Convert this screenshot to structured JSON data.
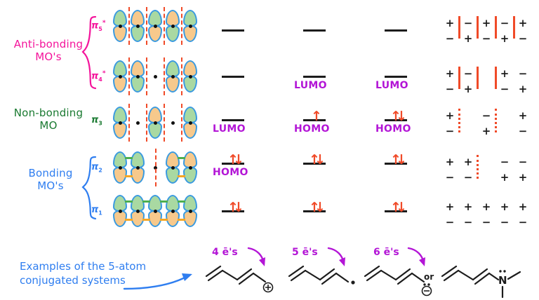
{
  "groups": {
    "antibonding": {
      "label": "Anti-bonding\nMO's",
      "color": "#f4149b"
    },
    "nonbonding": {
      "label": "Non-bonding\nMO",
      "color": "#1a7a31"
    },
    "bonding": {
      "label": "Bonding\nMO's",
      "color": "#2f7ef0"
    }
  },
  "orbital_rows": [
    {
      "name": "pi5star",
      "symbol": "π5*",
      "symbol_base": "π",
      "sub": "5",
      "sup": "*",
      "color": "#f4149b",
      "group": "antibonding"
    },
    {
      "name": "pi4star",
      "symbol": "π4*",
      "symbol_base": "π",
      "sub": "4",
      "sup": "*",
      "color": "#f4149b",
      "group": "antibonding"
    },
    {
      "name": "pi3",
      "symbol": "π3",
      "symbol_base": "π",
      "sub": "3",
      "sup": "",
      "color": "#1a7a31",
      "group": "nonbonding"
    },
    {
      "name": "pi2",
      "symbol": "π2",
      "symbol_base": "π",
      "sub": "2",
      "sup": "",
      "color": "#2f7ef0",
      "group": "bonding"
    },
    {
      "name": "pi1",
      "symbol": "π1",
      "symbol_base": "π",
      "sub": "1",
      "sup": "",
      "color": "#2f7ef0",
      "group": "bonding"
    }
  ],
  "columns": [
    {
      "name": "cation",
      "electron_count_label": "4 ē's",
      "levels": [
        {
          "mo": "pi5star",
          "electrons": 0,
          "tag": ""
        },
        {
          "mo": "pi4star",
          "electrons": 0,
          "tag": ""
        },
        {
          "mo": "pi3",
          "electrons": 0,
          "tag": "LUMO"
        },
        {
          "mo": "pi2",
          "electrons": 2,
          "tag": "HOMO"
        },
        {
          "mo": "pi1",
          "electrons": 2,
          "tag": ""
        }
      ]
    },
    {
      "name": "radical",
      "electron_count_label": "5 ē's",
      "levels": [
        {
          "mo": "pi5star",
          "electrons": 0,
          "tag": ""
        },
        {
          "mo": "pi4star",
          "electrons": 0,
          "tag": "LUMO"
        },
        {
          "mo": "pi3",
          "electrons": 1,
          "tag": "HOMO"
        },
        {
          "mo": "pi2",
          "electrons": 2,
          "tag": ""
        },
        {
          "mo": "pi1",
          "electrons": 2,
          "tag": ""
        }
      ]
    },
    {
      "name": "anion",
      "electron_count_label": "6 ē's",
      "levels": [
        {
          "mo": "pi5star",
          "electrons": 0,
          "tag": ""
        },
        {
          "mo": "pi4star",
          "electrons": 0,
          "tag": "LUMO"
        },
        {
          "mo": "pi3",
          "electrons": 2,
          "tag": "HOMO"
        },
        {
          "mo": "pi2",
          "electrons": 2,
          "tag": ""
        },
        {
          "mo": "pi1",
          "electrons": 2,
          "tag": ""
        }
      ]
    }
  ],
  "sign_rows": [
    {
      "mo": "pi5star",
      "top": [
        "+",
        "−",
        "+",
        "−",
        "+"
      ],
      "bottom": [
        "−",
        "+",
        "−",
        "+",
        "−"
      ],
      "nodes": [
        1,
        2,
        3,
        4
      ]
    },
    {
      "mo": "pi4star",
      "top": [
        "+",
        "−",
        "",
        "+",
        "−"
      ],
      "bottom": [
        "−",
        "+",
        "",
        "−",
        "+"
      ],
      "nodes": [
        1,
        2,
        3
      ]
    },
    {
      "mo": "pi3",
      "top": [
        "+",
        "",
        "−",
        "",
        "+"
      ],
      "bottom": [
        "−",
        "",
        "+",
        "",
        "−"
      ],
      "nodes": [
        1,
        3
      ]
    },
    {
      "mo": "pi2",
      "top": [
        "+",
        "+",
        "",
        "−",
        "−"
      ],
      "bottom": [
        "−",
        "−",
        "",
        "+",
        "+"
      ],
      "nodes": [
        2
      ]
    },
    {
      "mo": "pi1",
      "top": [
        "+",
        "+",
        "+",
        "+",
        "+"
      ],
      "bottom": [
        "−",
        "−",
        "−",
        "−",
        "−"
      ],
      "nodes": []
    }
  ],
  "caption": {
    "text": "Examples of the 5-atom\nconjugated systems",
    "color": "#2f7ef0"
  },
  "molecules": [
    {
      "name": "pentadienyl-cation",
      "charge_symbol": "⊕",
      "charge_name": "cation"
    },
    {
      "name": "pentadienyl-radical",
      "charge_symbol": "·",
      "charge_name": "radical"
    },
    {
      "name": "pentadienyl-anion",
      "charge_symbol": "⊖",
      "charge_name": "anion"
    },
    {
      "name": "dimethylamino-butadiene",
      "charge_symbol": "N",
      "charge_name": "amine"
    }
  ],
  "or_label": "or",
  "colors": {
    "lobe_outline": "#3a9ae0",
    "phase_a": "#a9d9a2",
    "phase_b": "#f7c98c",
    "node_line": "#f04a28",
    "electron_arrow": "#f04a28",
    "level_line": "#1c1c1c",
    "homo_lumo_text": "#b315d6"
  }
}
